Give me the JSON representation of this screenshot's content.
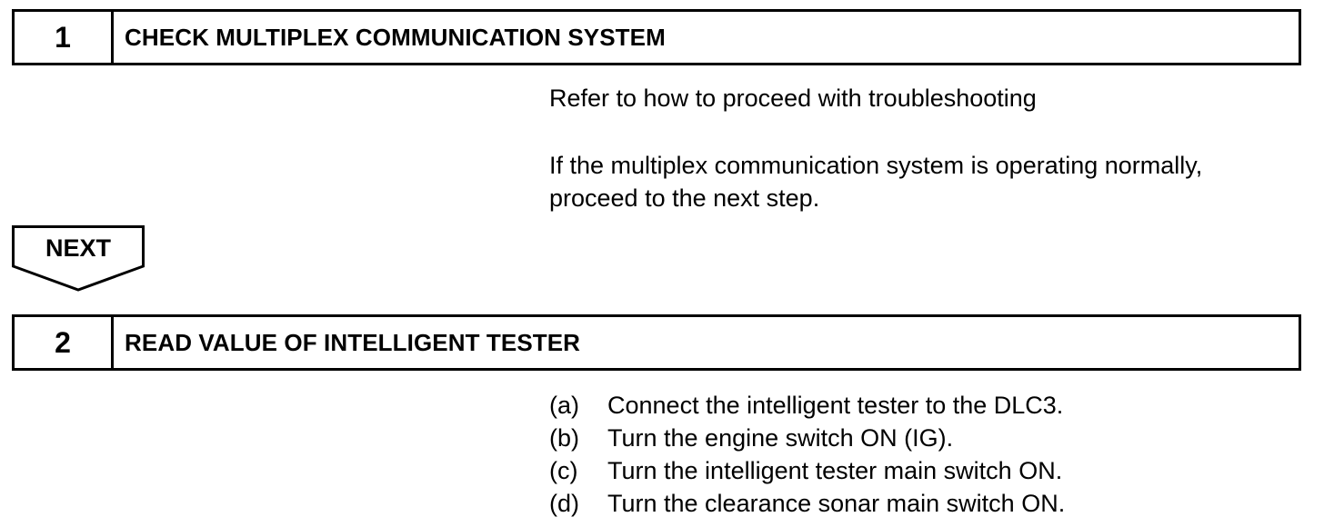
{
  "steps": [
    {
      "number": "1",
      "title": "CHECK MULTIPLEX COMMUNICATION SYSTEM"
    },
    {
      "number": "2",
      "title": "READ VALUE OF INTELLIGENT TESTER"
    }
  ],
  "step1_body": {
    "reference": "Refer to how to proceed with troubleshooting",
    "condition_line1": "If the multiplex communication system is operating normally,",
    "condition_line2": "proceed to the next step."
  },
  "next_label": "NEXT",
  "step2_items": [
    {
      "marker": "(a)",
      "text": "Connect the intelligent tester to the DLC3."
    },
    {
      "marker": "(b)",
      "text": "Turn the engine switch ON (IG)."
    },
    {
      "marker": "(c)",
      "text": "Turn the intelligent tester main switch ON."
    },
    {
      "marker": "(d)",
      "text": "Turn the clearance sonar main switch ON."
    }
  ]
}
